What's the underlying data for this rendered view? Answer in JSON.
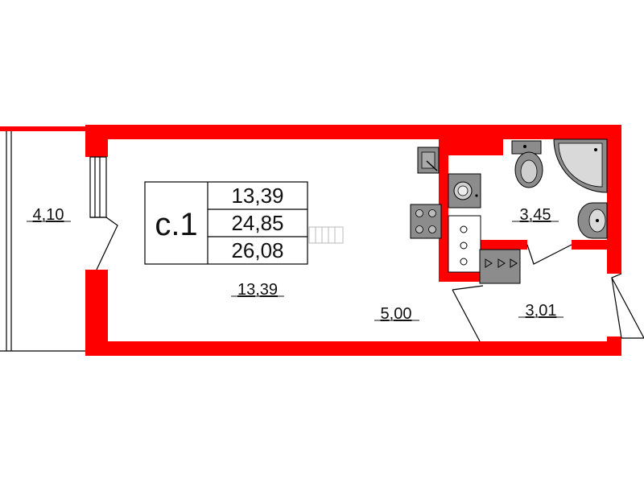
{
  "colors": {
    "wall": "#ff0000",
    "fixture": "#8c8c8c",
    "line": "#000000",
    "bg": "#ffffff"
  },
  "unit": {
    "code": "с.1",
    "areas": [
      "13,39",
      "24,85",
      "26,08"
    ]
  },
  "rooms": {
    "balcony": "4,10",
    "living": "13,39",
    "kitchen": "5,00",
    "bathroom": "3,45",
    "hall": "3,01"
  },
  "icons": [
    "sink-icon",
    "washing-machine-icon",
    "stove-icon",
    "oven-icon",
    "toilet-icon",
    "shower-icon",
    "washbasin-icon",
    "radiator-icon"
  ]
}
